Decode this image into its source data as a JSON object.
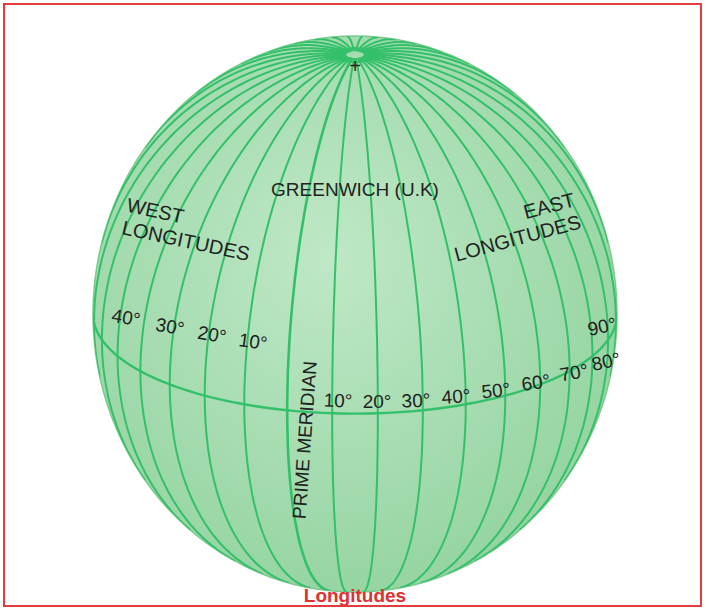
{
  "diagram": {
    "caption": "Longitudes",
    "labels": [
      "+",
      "GREENWICH (U.K)",
      "WEST LONGITUDES",
      "EAST LONGITUDES",
      "PRIME MERIDIAN",
      "40°",
      "30°",
      "20°",
      "10°",
      "10°",
      "20°",
      "30°",
      "40°",
      "50°",
      "60°",
      "70°",
      "80°",
      "90°"
    ]
  }
}
